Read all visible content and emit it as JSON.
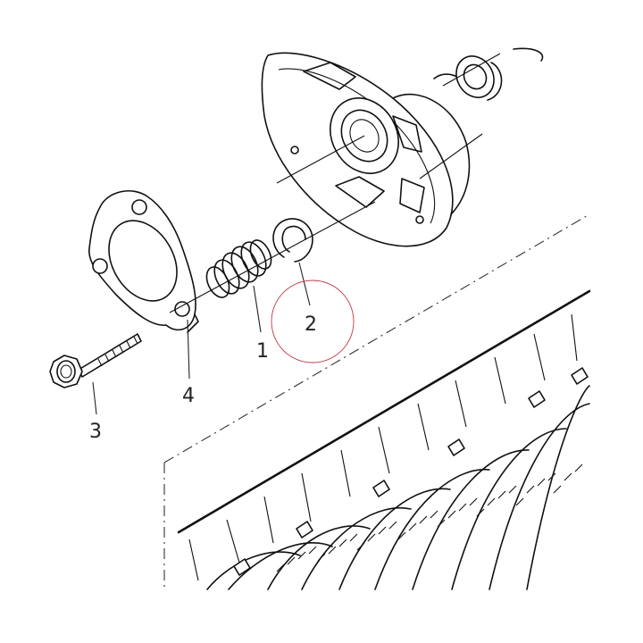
{
  "callouts": {
    "spring": "1",
    "circlip": "2",
    "bolt": "3",
    "plate": "4"
  },
  "colors": {
    "line": "#111111",
    "highlight_circle": "#c0394b"
  }
}
